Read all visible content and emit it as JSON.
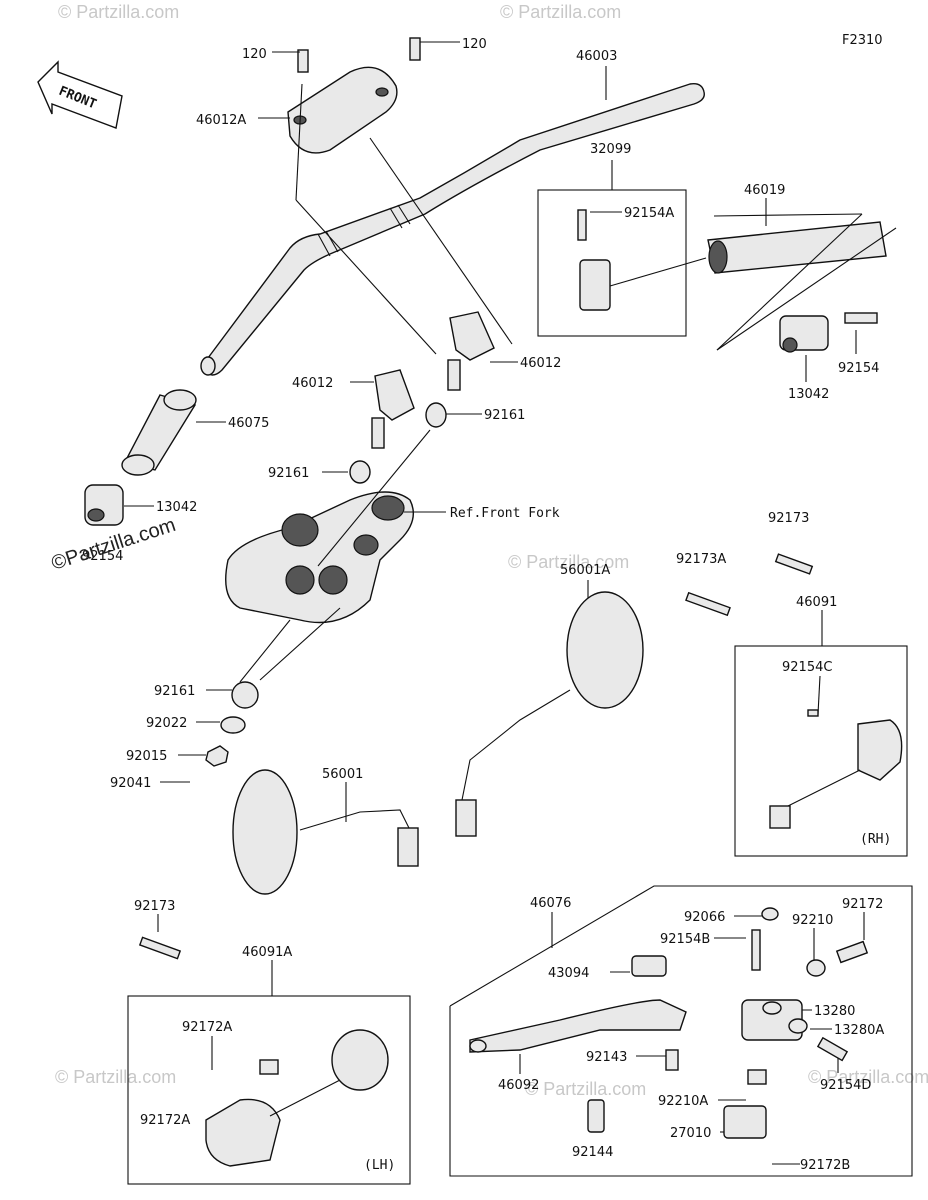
{
  "figure_code": "F2310",
  "front_label": "FRONT",
  "watermark": "© Partzilla.com",
  "watermark_big": "©Partzilla.com",
  "box_tags": {
    "rh": "(RH)",
    "lh": "(LH)"
  },
  "labels": {
    "p120a": "120",
    "p120b": "120",
    "p46003": "46003",
    "p46012A": "46012A",
    "p32099": "32099",
    "p92154A": "92154A",
    "p46019": "46019",
    "p92154_r": "92154",
    "p13042_r": "13042",
    "p46012_r": "46012",
    "p46012_l": "46012",
    "p92161_a": "92161",
    "p92161_b": "92161",
    "p46075": "46075",
    "p13042_l": "13042",
    "p92154_l": "92154",
    "ref_fork": "Ref.Front Fork",
    "p92173_r": "92173",
    "p92173A": "92173A",
    "p56001A": "56001A",
    "p46091": "46091",
    "p92154C": "92154C",
    "p92161_c": "92161",
    "p92022": "92022",
    "p92015": "92015",
    "p92041": "92041",
    "p56001": "56001",
    "p92173_l": "92173",
    "p46091A": "46091A",
    "p92172A_a": "92172A",
    "p92172A_b": "92172A",
    "p46076": "46076",
    "p92066": "92066",
    "p92210": "92210",
    "p92172": "92172",
    "p92154B": "92154B",
    "p43094": "43094",
    "p13280": "13280",
    "p13280A": "13280A",
    "p92143": "92143",
    "p46092": "46092",
    "p92154D": "92154D",
    "p92210A": "92210A",
    "p92144": "92144",
    "p27010": "27010",
    "p92172B": "92172B"
  }
}
